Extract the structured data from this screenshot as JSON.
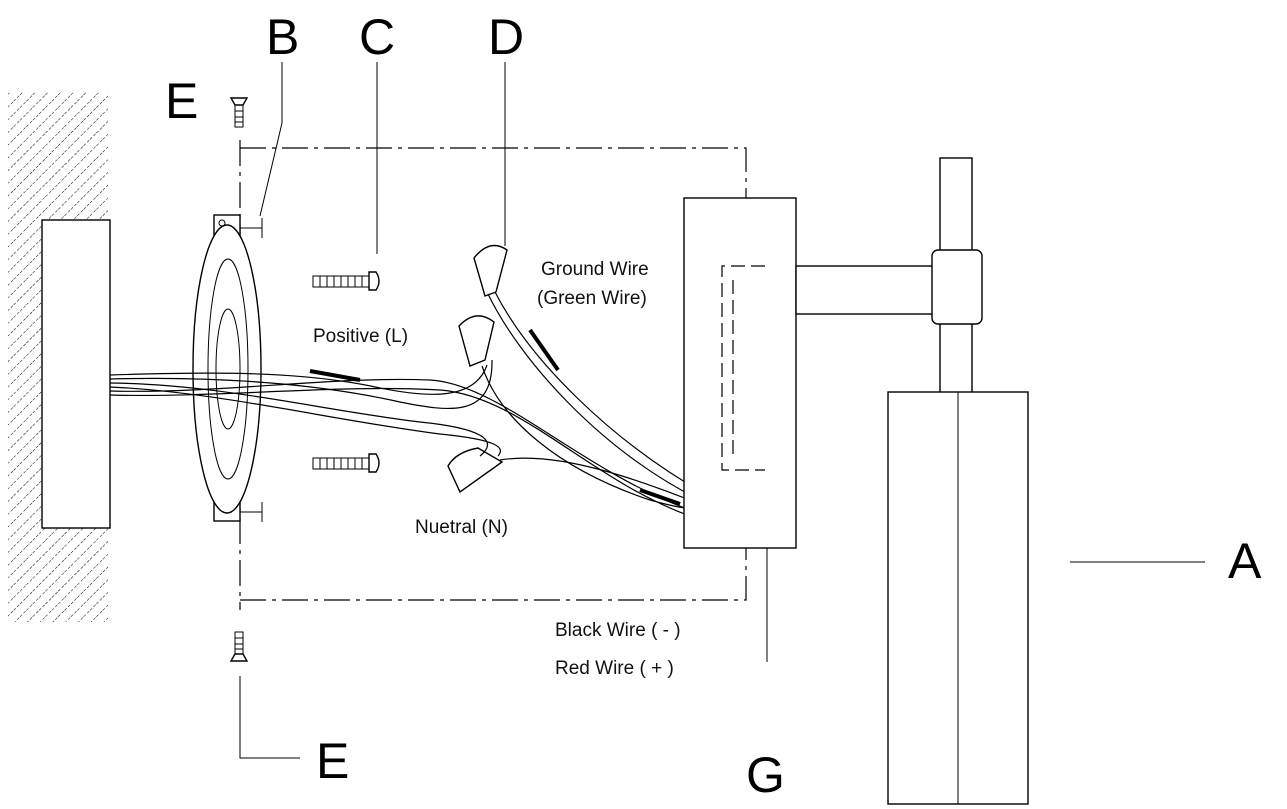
{
  "labels": {
    "a": "A",
    "b": "B",
    "c": "C",
    "d": "D",
    "e_top": "E",
    "e_bottom": "E",
    "g": "G"
  },
  "wire_labels": {
    "ground_line1": "Ground Wire",
    "ground_line2": "(Green Wire)",
    "positive": "Positive (L)",
    "neutral": "Nuetral (N)",
    "black": "Black Wire ( - )",
    "red": "Red Wire ( + )"
  }
}
